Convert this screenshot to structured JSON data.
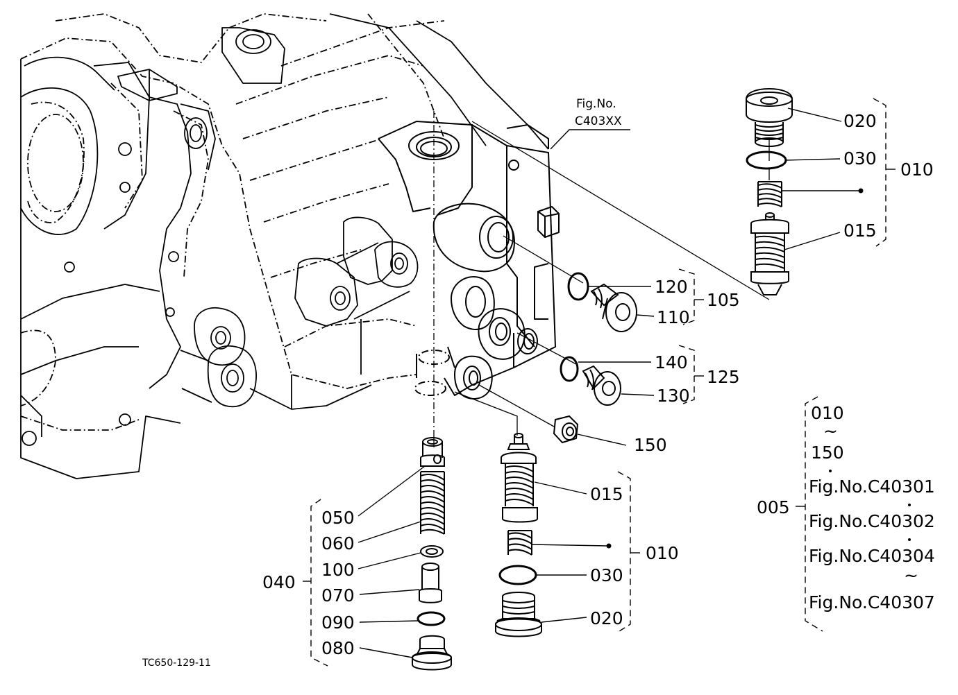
{
  "fig_ref": {
    "line1": "Fig.No.",
    "line2": "C403XX"
  },
  "drawing_code": "TC650-129-11",
  "callouts": {
    "c020_top": "020",
    "c030_top": "030",
    "c010_top": "010",
    "c015_top": "015",
    "c120": "120",
    "c110": "110",
    "c105": "105",
    "c140": "140",
    "c130": "130",
    "c125": "125",
    "c150": "150",
    "c015_bot": "015",
    "c010_bot": "010",
    "c030_bot": "030",
    "c020_bot": "020",
    "c050": "050",
    "c060": "060",
    "c100": "100",
    "c040": "040",
    "c070": "070",
    "c090": "090",
    "c080": "080"
  },
  "assembly": {
    "code": "005",
    "range_start": "010",
    "range_tilde": "~",
    "range_end": "150",
    "figs": [
      "Fig.No.C40301",
      "Fig.No.C40302",
      "Fig.No.C40304",
      "Fig.No.C40307"
    ],
    "fig_tilde": "~"
  }
}
